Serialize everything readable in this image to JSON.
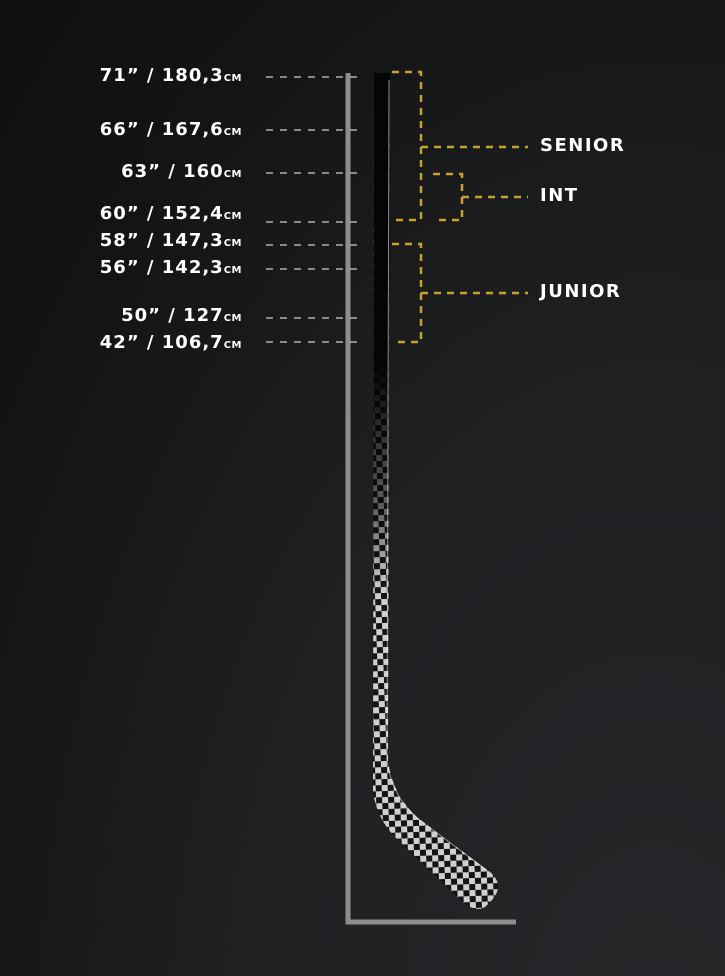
{
  "lengths": [
    {
      "inches": "71”",
      "cm": "180,3",
      "unit": "cm"
    },
    {
      "inches": "66”",
      "cm": "167,6",
      "unit": "cm"
    },
    {
      "inches": "63”",
      "cm": "160",
      "unit": "cm"
    },
    {
      "inches": "60”",
      "cm": "152,4",
      "unit": "cm"
    },
    {
      "inches": "58”",
      "cm": "147,3",
      "unit": "cm"
    },
    {
      "inches": "56”",
      "cm": "142,3",
      "unit": "cm"
    },
    {
      "inches": "50”",
      "cm": "127",
      "unit": "cm"
    },
    {
      "inches": "42”",
      "cm": "106,7",
      "unit": "cm"
    }
  ],
  "categories": [
    {
      "label": "SENIOR",
      "range": [
        "71”",
        "60”"
      ]
    },
    {
      "label": "INT",
      "range": [
        "63”",
        "60”"
      ]
    },
    {
      "label": "JUNIOR",
      "range": [
        "58”",
        "42”"
      ]
    }
  ],
  "colors": {
    "background": "#131415",
    "text": "#ffffff",
    "bracket": "#c9a22e",
    "leader": "#cfcfcf",
    "ruler": "#8e8e8e"
  }
}
